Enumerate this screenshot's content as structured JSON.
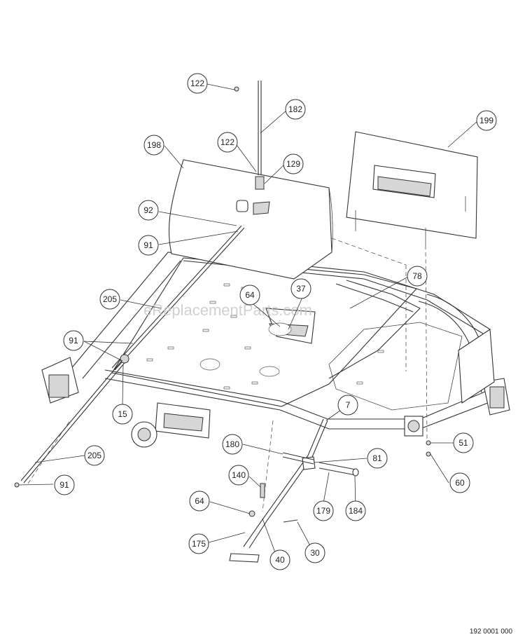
{
  "watermark": "eReplacementParts.com",
  "drawing_number": "192 0001 000",
  "callouts": [
    {
      "id": "c122a",
      "label": "122"
    },
    {
      "id": "c182",
      "label": "182"
    },
    {
      "id": "c199",
      "label": "199"
    },
    {
      "id": "c198",
      "label": "198"
    },
    {
      "id": "c122b",
      "label": "122"
    },
    {
      "id": "c129",
      "label": "129"
    },
    {
      "id": "c92",
      "label": "92"
    },
    {
      "id": "c91a",
      "label": "91"
    },
    {
      "id": "c78",
      "label": "78"
    },
    {
      "id": "c205a",
      "label": "205"
    },
    {
      "id": "c64a",
      "label": "64"
    },
    {
      "id": "c37",
      "label": "37"
    },
    {
      "id": "c91b",
      "label": "91"
    },
    {
      "id": "c15",
      "label": "15"
    },
    {
      "id": "c7",
      "label": "7"
    },
    {
      "id": "c205b",
      "label": "205"
    },
    {
      "id": "c180",
      "label": "180"
    },
    {
      "id": "c81",
      "label": "81"
    },
    {
      "id": "c51",
      "label": "51"
    },
    {
      "id": "c91c",
      "label": "91"
    },
    {
      "id": "c140",
      "label": "140"
    },
    {
      "id": "c60",
      "label": "60"
    },
    {
      "id": "c64b",
      "label": "64"
    },
    {
      "id": "c179",
      "label": "179"
    },
    {
      "id": "c184",
      "label": "184"
    },
    {
      "id": "c175",
      "label": "175"
    },
    {
      "id": "c40",
      "label": "40"
    },
    {
      "id": "c30",
      "label": "30"
    }
  ]
}
